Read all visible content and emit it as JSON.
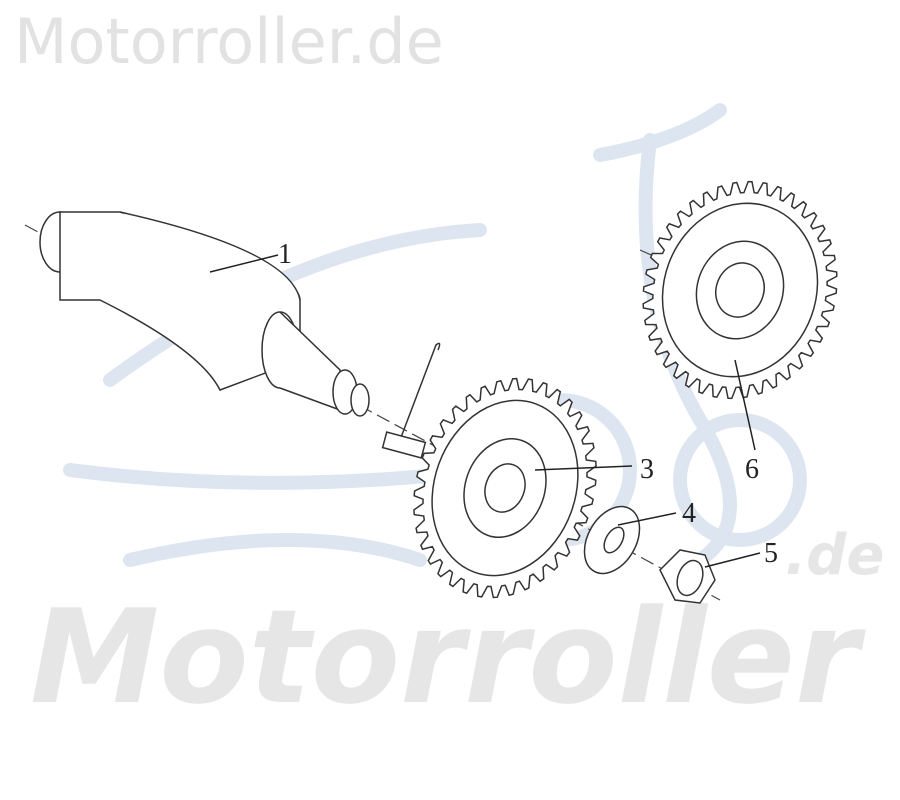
{
  "watermark": {
    "top_text": "Motorroller.de",
    "big_text": "Motorroller",
    "suffix": ".de",
    "color": "#e2e2e2",
    "logo_color": "#dde6f0"
  },
  "parts": [
    {
      "number": "1",
      "name": "camshaft"
    },
    {
      "number": "3",
      "name": "gear-large"
    },
    {
      "number": "4",
      "name": "washer"
    },
    {
      "number": "5",
      "name": "nut"
    },
    {
      "number": "6",
      "name": "gear-upper"
    }
  ]
}
